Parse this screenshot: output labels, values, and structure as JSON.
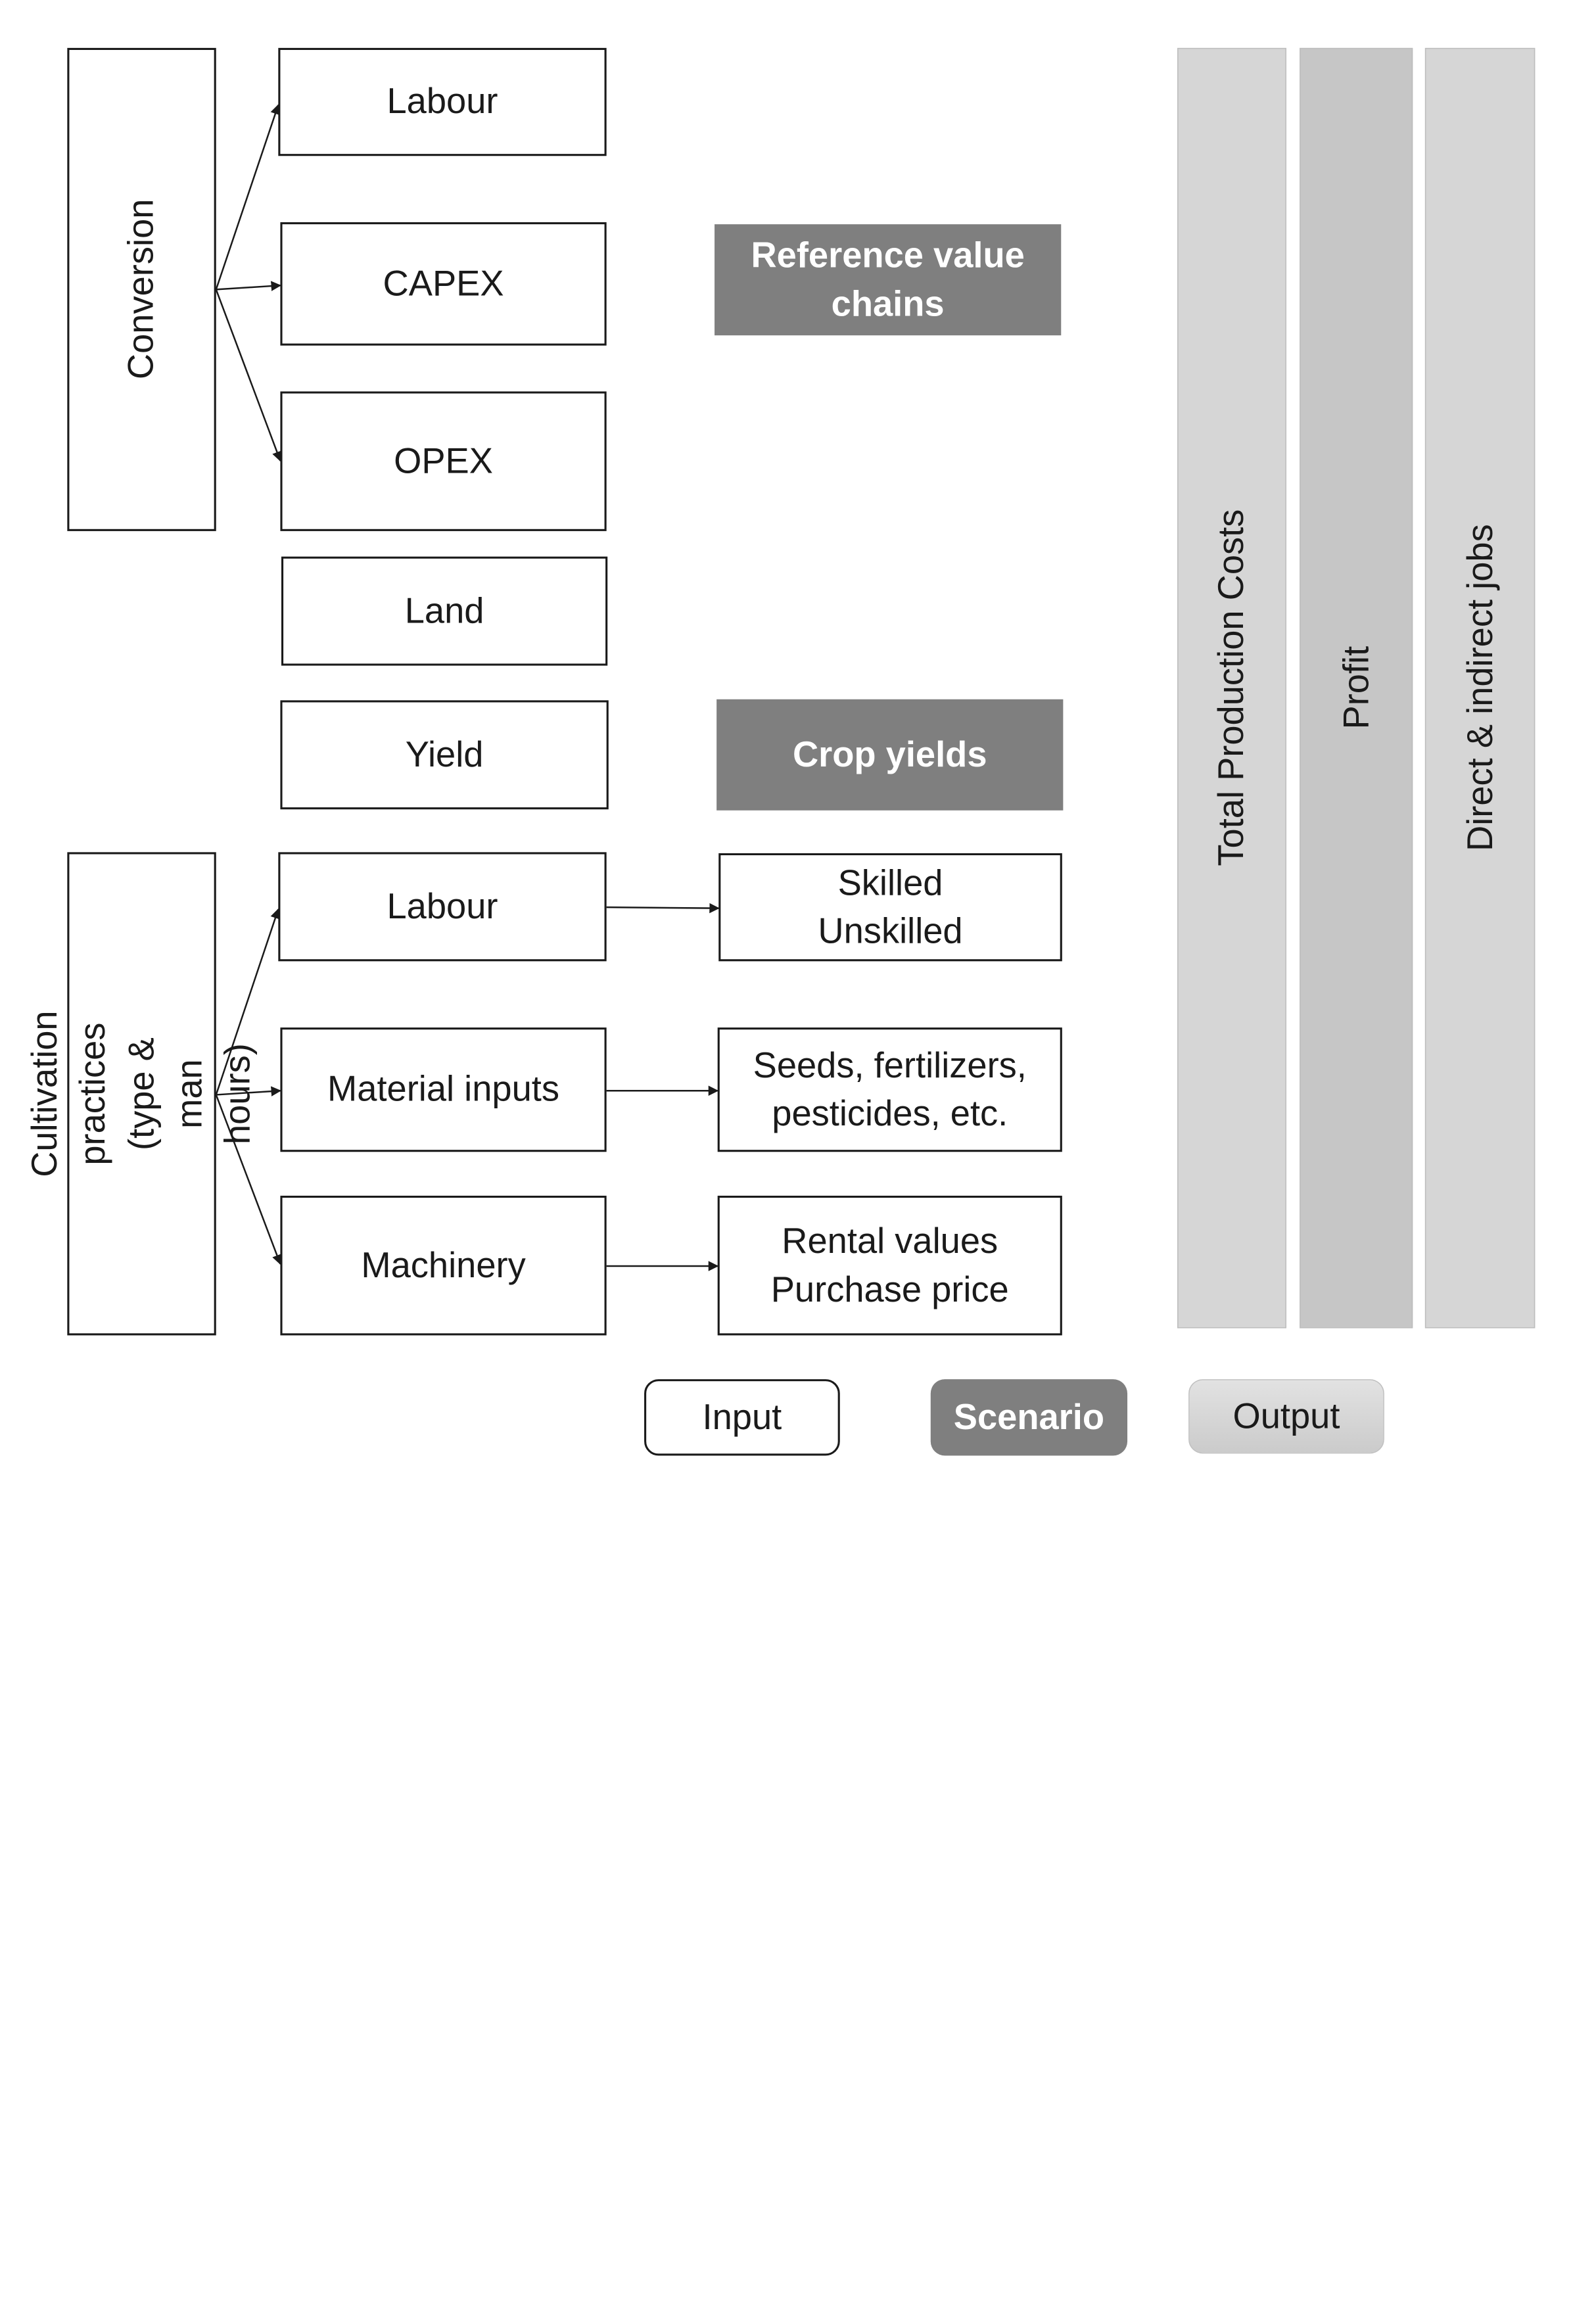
{
  "groups": {
    "conversion": "Conversion",
    "cultivation": "Cultivation practices\n(type & man hours)"
  },
  "inputs": {
    "labour_top": "Labour",
    "capex": "CAPEX",
    "opex": "OPEX",
    "land": "Land",
    "yield": "Yield",
    "labour_bottom": "Labour",
    "material_inputs": "Material inputs",
    "machinery": "Machinery"
  },
  "details": {
    "labour": "Skilled\nUnskilled",
    "material": "Seeds, fertilizers,\npesticides, etc.",
    "machinery": "Rental values\nPurchase price"
  },
  "scenarios": {
    "reference": "Reference value\nchains",
    "crop_yields": "Crop yields"
  },
  "outputs": {
    "total_costs": "Total Production Costs",
    "profit": "Profit",
    "jobs": "Direct & indirect jobs"
  },
  "legend": {
    "input": "Input",
    "scenario": "Scenario",
    "output": "Output"
  },
  "colors": {
    "scenario": "#7f7f7f",
    "output": "#d6d6d6",
    "input_border": "#1a1a1a"
  }
}
